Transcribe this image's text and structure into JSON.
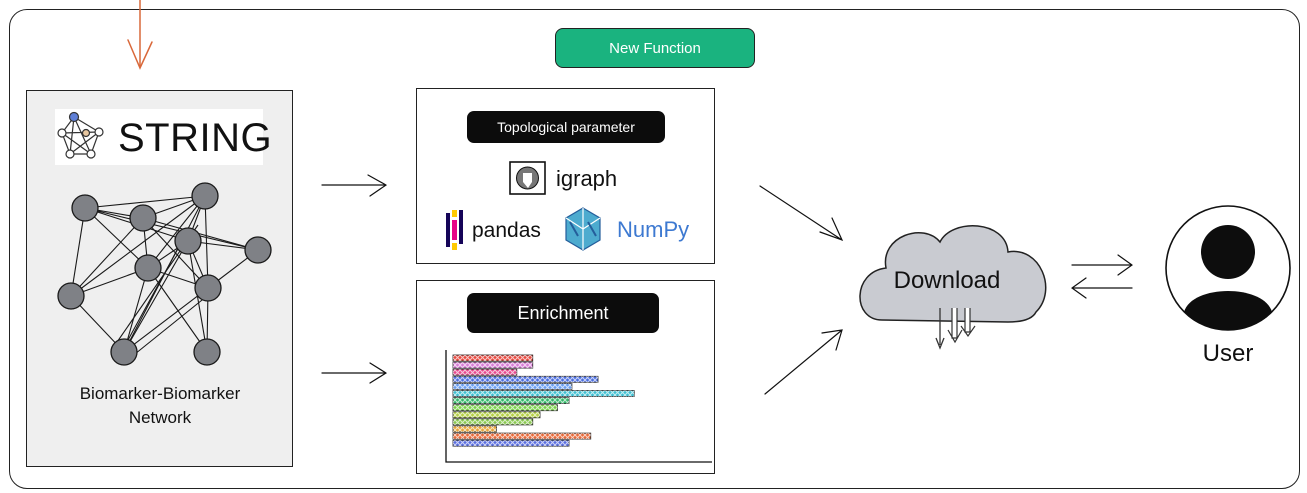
{
  "diagram": {
    "new_function_label": "New Function",
    "string_panel": {
      "logo_text": "STRING",
      "caption_line1": "Biomarker-Biomarker",
      "caption_line2": "Network"
    },
    "topology_panel": {
      "header": "Topological parameter",
      "libraries": [
        "igraph",
        "pandas",
        "NumPy"
      ]
    },
    "enrichment_panel": {
      "header": "Enrichment",
      "bar_chart": {
        "values": [
          0.55,
          0.55,
          0.44,
          1.0,
          0.82,
          1.25,
          0.8,
          0.72,
          0.6,
          0.55,
          0.3,
          0.95,
          0.8
        ],
        "colors": [
          "#e8493f",
          "#d97cd8",
          "#e84a8e",
          "#4d6fe0",
          "#6a9ef0",
          "#3fbfd1",
          "#35b86a",
          "#7ad04a",
          "#b5d043",
          "#8ac850",
          "#e8a53a",
          "#e86a3a",
          "#5a6ee0"
        ]
      }
    },
    "download_label": "Download",
    "user_label": "User",
    "colors": {
      "accent_green": "#1ab37f",
      "panel_gray": "#efefef",
      "node_gray": "#7f8186",
      "cloud_gray": "#c9cbd1",
      "input_arrow": "#d9683a",
      "numpy_blue": "#3d79d1"
    }
  }
}
